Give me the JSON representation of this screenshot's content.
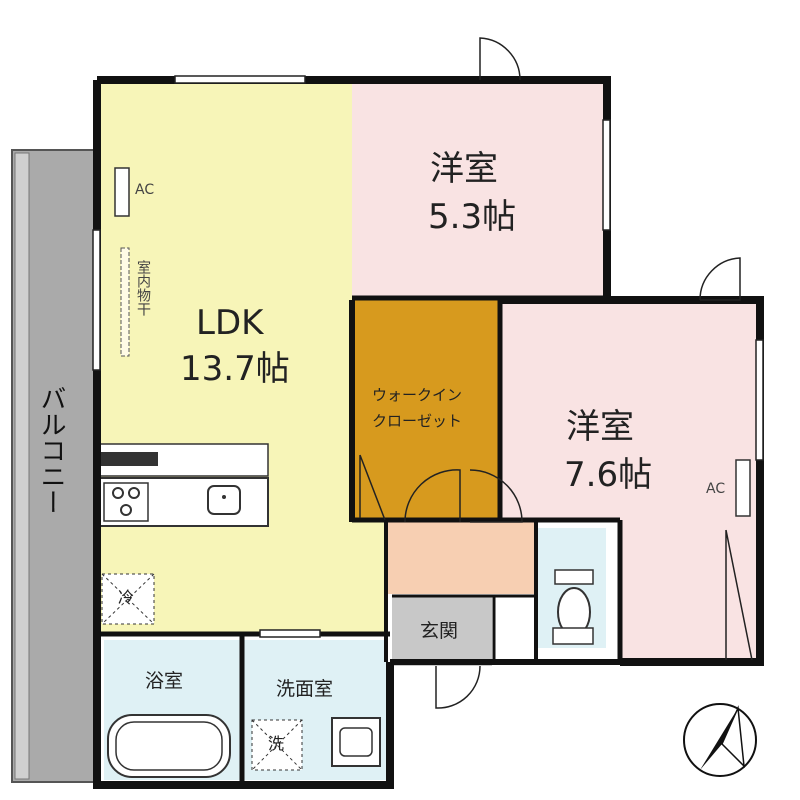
{
  "rooms": {
    "western_a": {
      "name": "洋室",
      "size": "5.3帖"
    },
    "western_b": {
      "name": "洋室",
      "size": "7.6帖"
    },
    "ldk": {
      "name": "LDK",
      "size": "13.7帖"
    },
    "closet": {
      "line1": "ウォークイン",
      "line2": "クローゼット"
    },
    "entrance": "玄関",
    "bath": "浴室",
    "washroom": "洗面室",
    "balcony": "バルコニー",
    "drying": "室内物干"
  },
  "fixtures": {
    "ac_ldk": "AC",
    "ac_western": "AC",
    "fridge_symbol": "冷",
    "washer_symbol": "洗"
  },
  "colors": {
    "ldk": "#f7f5b8",
    "western": "#f9e3e3",
    "closet": "#d79a1e",
    "wet": "#dff1f5",
    "entrance": "#c8c8c8",
    "hall": "#f7cfb2",
    "balcony": "#aaaaaa",
    "wall": "#111111"
  }
}
